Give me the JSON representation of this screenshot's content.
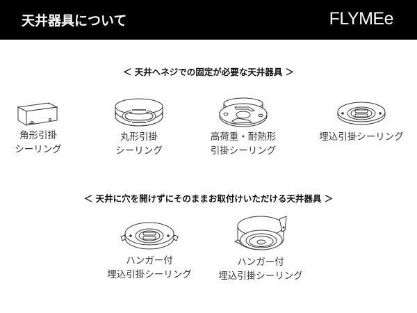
{
  "header": {
    "title": "天井器具について",
    "brand": "FLYMEe",
    "background": "#000000",
    "text_color": "#ffffff"
  },
  "section1": {
    "title": "＜ 天井へネジでの固定が必要な天井器具 ＞",
    "items": [
      {
        "icon": "square-hook-ceiling-icon",
        "line1": "角形引掛",
        "line2": "シーリング"
      },
      {
        "icon": "round-hook-ceiling-icon",
        "line1": "丸形引掛",
        "line2": "シーリング"
      },
      {
        "icon": "heavy-duty-heat-resistant-ceiling-icon",
        "line1": "高荷重・耐熱形",
        "line2": "引掛シーリング"
      },
      {
        "icon": "embedded-hook-ceiling-icon",
        "line1": "埋込引掛シーリング",
        "line2": ""
      }
    ]
  },
  "section2": {
    "title": "＜ 天井に穴を開けずにそのままお取付けいただける天井器具 ＞",
    "items": [
      {
        "icon": "hanger-embedded-ceiling-flat-icon",
        "line1": "ハンガー付",
        "line2": "埋込引掛シーリング"
      },
      {
        "icon": "hanger-embedded-ceiling-deep-icon",
        "line1": "ハンガー付",
        "line2": "埋込引掛シーリング"
      }
    ]
  }
}
